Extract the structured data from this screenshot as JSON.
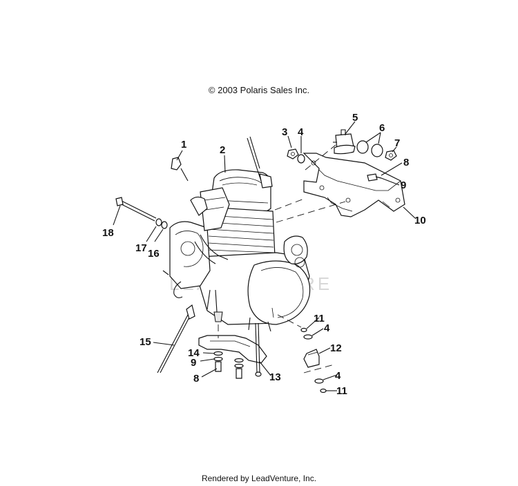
{
  "copyright": "© 2003 Polaris Sales Inc.",
  "watermark": "LEADVENTURE",
  "footer": "Rendered by LeadVenture, Inc.",
  "callouts": {
    "c1": "1",
    "c2": "2",
    "c3": "3",
    "c4a": "4",
    "c5": "5",
    "c6": "6",
    "c7": "7",
    "c8a": "8",
    "c9a": "9",
    "c10": "10",
    "c11a": "11",
    "c4b": "4",
    "c12": "12",
    "c4c": "4",
    "c11b": "11",
    "c13": "13",
    "c8b": "8",
    "c9b": "9",
    "c14": "14",
    "c15": "15",
    "c16": "16",
    "c17": "17",
    "c18": "18"
  }
}
